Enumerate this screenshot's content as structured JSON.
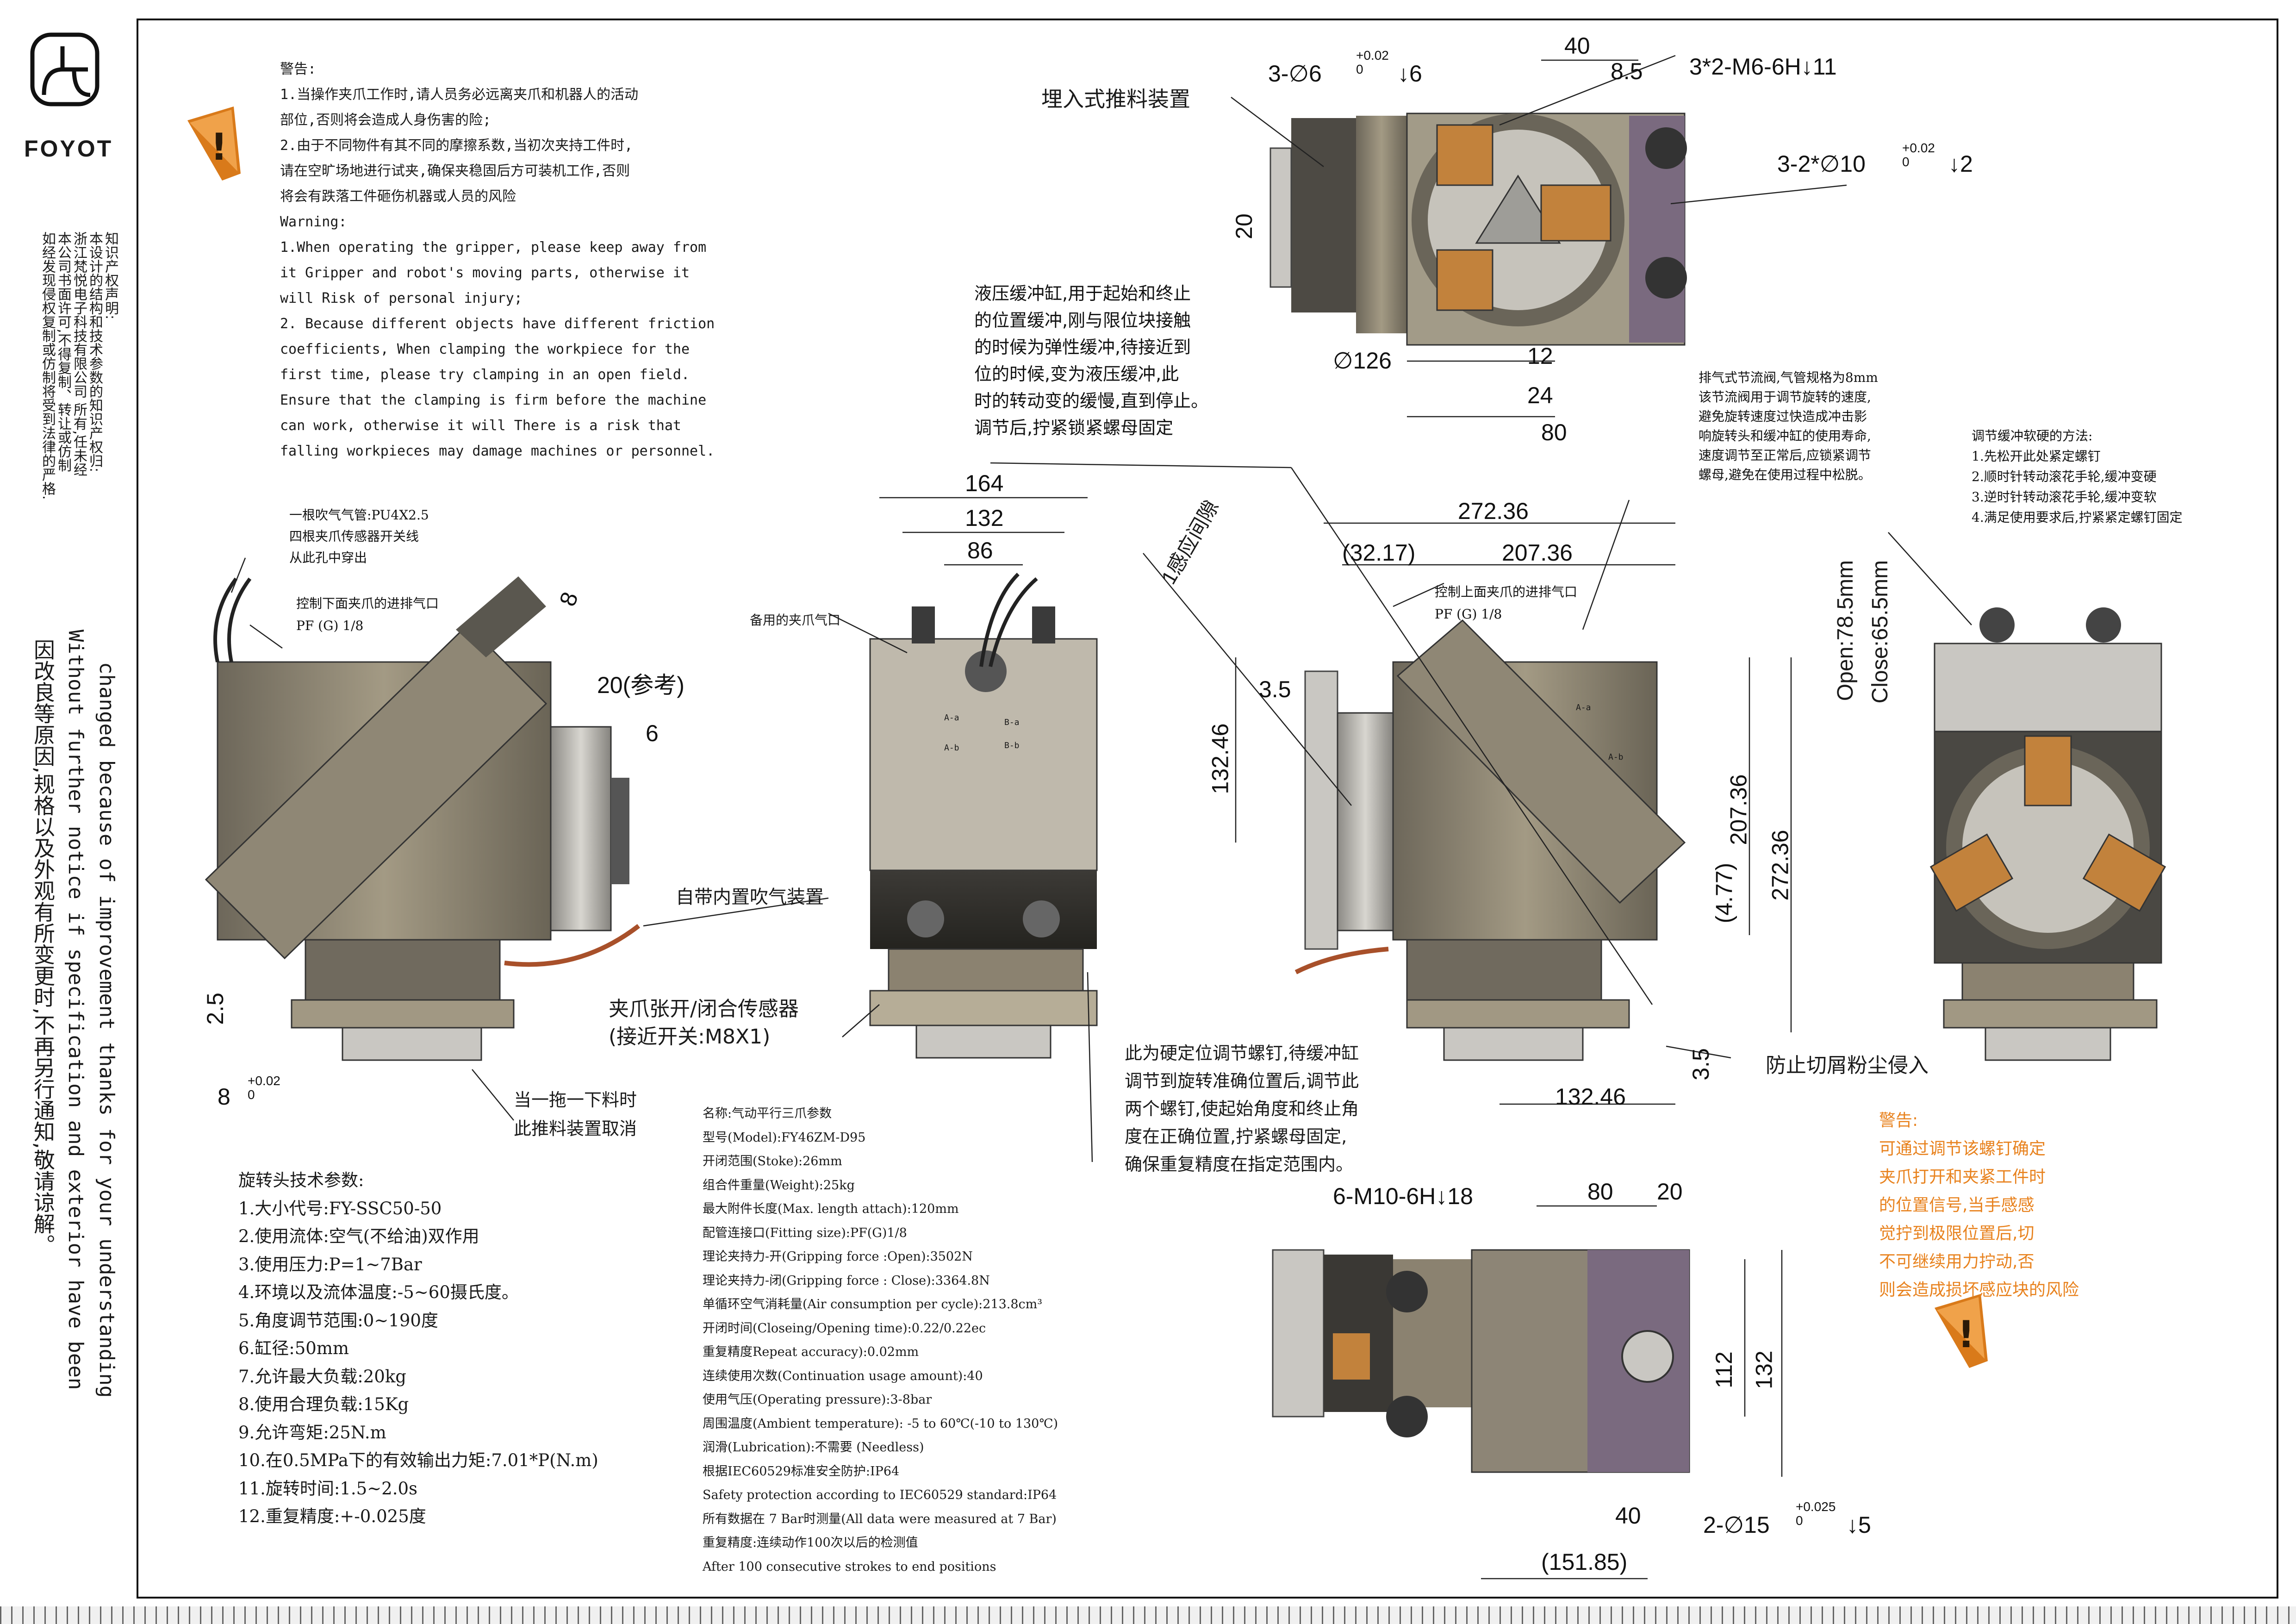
{
  "brand": {
    "logo_text": "FOYOT"
  },
  "copyright": {
    "lines": [
      "知识产权声明:",
      "本设计的结构和技术参数的知识产权归:",
      "浙江梵悦电子科技有限公司 所有,任未经",
      "本公司书面许可,不得复制、转让或仿制",
      "如经发现侵权复制或仿制将受到法律的严格."
    ]
  },
  "disclaimer": {
    "cn": "因改良等原因,规格以及外观有所变更时,不再另行通知,敬请谅解。",
    "en1": "Without further  notice if specification and exterior have been",
    "en2": "changed because of improvement thanks for your understanding"
  },
  "warning": {
    "lines": [
      "警告:",
      "1.当操作夹爪工作时,请人员务必远离夹爪和机器人的活动",
      "部位,否则将会造成人身伤害的险;",
      "2.由于不同物件有其不同的摩擦系数,当初次夹持工件时,",
      "请在空旷场地进行试夹,确保夹稳固后方可装机工作,否则",
      "将会有跌落工件砸伤机器或人员的风险",
      "Warning:",
      "1.When operating the gripper, please keep away from",
      "it Gripper and robot's moving parts, otherwise it",
      "will Risk of personal injury;",
      "2. Because different objects have different friction",
      "coefficients, When clamping the workpiece for the",
      "first time, please try clamping in an open field.",
      "Ensure that the clamping is firm before the machine",
      "can work, otherwise it will There is a risk that",
      "falling workpieces may damage machines or personnel."
    ]
  },
  "rotary_specs": {
    "title": "旋转头技术参数:",
    "items": [
      "1.大小代号:FY-SSC50-50",
      "2.使用流体:空气(不给油)双作用",
      "3.使用压力:P=1~7Bar",
      "4.环境以及流体温度:-5~60摄氏度。",
      "5.角度调节范围:0~190度",
      "6.缸径:50mm",
      "7.允许最大负载:20kg",
      "8.使用合理负载:15Kg",
      "9.允许弯矩:25N.m",
      "10.在0.5MPa下的有效输出力矩:7.01*P(N.m)",
      "11.旋转时间:1.5~2.0s",
      "12.重复精度:+-0.025度"
    ]
  },
  "gripper_specs": {
    "lines": [
      "名称:气动平行三爪参数",
      "型号(Model):FY46ZM-D95",
      "开闭范围(Stoke):26mm",
      "组合件重量(Weight):25kg",
      "最大附件长度(Max. length attach):120mm",
      "配管连接口(Fitting size):PF(G)1/8",
      "理论夹持力-开(Gripping force :Open):3502N",
      "理论夹持力-闭(Gripping force : Close):3364.8N",
      "单循环空气消耗量(Air consumption per cycle):213.8cm³",
      "开闭时间(Closeing/Opening time):0.22/0.22ec",
      "重复精度Repeat accuracy):0.02mm",
      "连续使用次数(Continuation usage amount):40",
      "使用气压(Operating pressure):3-8bar",
      "周围温度(Ambient temperature): -5 to 60℃(-10 to 130℃)",
      "润滑(Lubrication):不需要 (Needless)",
      "根据IEC60529标准安全防护:IP64",
      "Safety protection according to IEC60529 standard:IP64",
      "所有数据在 7 Bar时测量(All data were measured at 7 Bar)",
      "重复精度:连续动作100次以后的检测值",
      "After 100 consecutive strokes to end positions"
    ]
  },
  "annotations": {
    "embedded_ejector": "埋入式推料装置",
    "hydraulic_buffer": [
      "液压缓冲缸,用于起始和终止",
      "的位置缓冲,刚与限位块接触",
      "的时候为弹性缓冲,待接近到",
      "位的时候,变为液压缓冲,此",
      "时的转动变的缓慢,直到停止。",
      "调节后,拧紧锁紧螺母固定"
    ],
    "exhaust_valve": [
      "排气式节流阀,气管规格为8mm",
      "该节流阀用于调节旋转的速度,",
      "避免旋转速度过快造成冲击影",
      "响旋转头和缓冲缸的使用寿命,",
      "速度调节至正常后,应锁紧调节",
      "螺母,避免在使用过程中松脱。"
    ],
    "buffer_adjust": [
      "调节缓冲软硬的方法:",
      "1.先松开此处紧定螺钉",
      "2.顺时针转动滚花手轮,缓冲变硬",
      "3.逆时针转动滚花手轮,缓冲变软",
      "4.满足使用要求后,拧紧紧定螺钉固定"
    ],
    "airline": [
      "一根吹气气管:PU4X2.5",
      "四根夹爪传感器开关线",
      "从此孔中穿出"
    ],
    "lower_port": [
      "控制下面夹爪的进排气口",
      "PF (G) 1/8"
    ],
    "upper_port": [
      "控制上面夹爪的进排气口",
      "PF (G) 1/8"
    ],
    "spare_port": "备用的夹爪气口",
    "sensor_gap": "1感应间隙",
    "builtin_blow": "自带内置吹气装置",
    "jaw_sensor": [
      "夹爪张开/闭合传感器",
      "(接近开关:M8X1)"
    ],
    "pull_cancel": [
      "当一拖一下料时",
      "此推料装置取消"
    ],
    "hard_stop": [
      "此为硬定位调节螺钉,待缓冲缸",
      "调节到旋转准确位置后,调节此",
      "两个螺钉,使起始角度和终止角",
      "度在正确位置,拧紧螺母固定,",
      "确保重复精度在指定范围内。"
    ],
    "dust_guard": "防止切屑粉尘侵入",
    "open_close": [
      "Open:78.5mm",
      "Close:65.5mm"
    ],
    "port_labels": [
      "A-a",
      "A-b",
      "B-a",
      "B-b",
      "A-a",
      "A-b"
    ]
  },
  "warning2": {
    "lines": [
      "警告:",
      "可通过调节该螺钉确定",
      "夹爪打开和夹紧工件时",
      "的位置信号,当手感感",
      "觉拧到极限位置后,切",
      "不可继续用力拧动,否",
      "则会造成损坏感应块的风险"
    ],
    "color": "#e8821e"
  },
  "dimensions": {
    "top": {
      "holes6": "3-∅6",
      "tol6": "+0.02 0",
      "depth6": "↓6",
      "d40": "40",
      "d8_5": "8.5",
      "m6": "3*2-M6-6H↓11",
      "holes10": "3-2*∅10",
      "tol10": "+0.02 0",
      "depth10": "↓2",
      "d20": "20",
      "d126": "∅126",
      "d12": "12",
      "d24": "24",
      "d80": "80"
    },
    "side_left": {
      "d8": "8",
      "d20ref": "20(参考)",
      "d6": "6",
      "d2_5": "2.5",
      "d8b": "8",
      "tol": "+0.02 0"
    },
    "front": {
      "d164": "164",
      "d132": "132",
      "d86": "86"
    },
    "side_right": {
      "d272": "272.36",
      "d32": "(32.17)",
      "d207": "207.36",
      "d3_5": "3.5",
      "d132": "132.46",
      "v207": "207.36",
      "v272": "272.36",
      "d4_77": "(4.77)",
      "d3_5b": "3.5",
      "h132": "132.46"
    },
    "bottom": {
      "m10": "6-M10-6H↓18",
      "d80": "80",
      "d20": "20",
      "d112": "112",
      "d132": "132",
      "d40": "40",
      "d15": "2-∅15",
      "tol15": "+0.025 0",
      "depth15": "↓5",
      "d151": "(151.85)"
    }
  },
  "colors": {
    "body": "#8b8270",
    "body_dark": "#5d584c",
    "steel": "#b9b6ad",
    "jaw": "#c2823c",
    "purple": "#7a6a7f",
    "warn_orange": "#e8821e"
  }
}
